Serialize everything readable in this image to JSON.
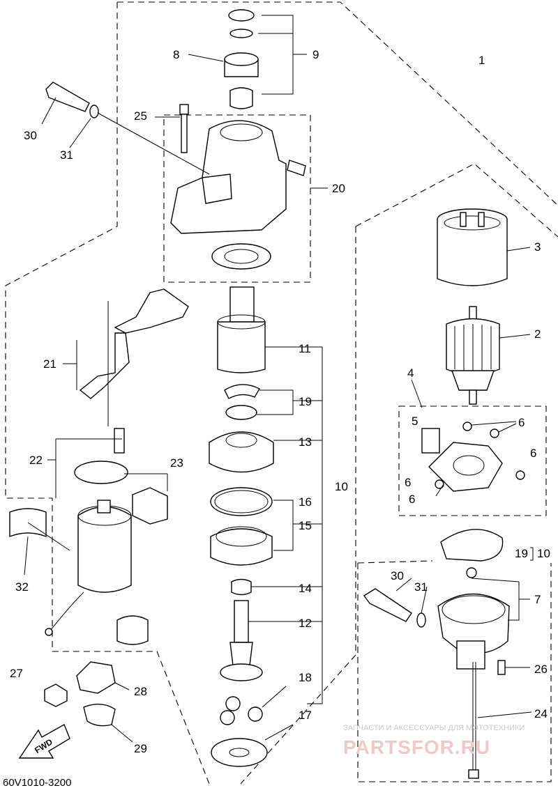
{
  "diagram": {
    "part_code": "60V1010-3200",
    "fwd_label": "FWD",
    "watermark_top": "ЗАПЧАСТИ И АКСЕССУАРЫ ДЛЯ МОТОТЕХНИКИ",
    "watermark_main": "PARTSFOR.RU",
    "callouts": {
      "c1": "1",
      "c2": "2",
      "c3": "3",
      "c4": "4",
      "c5": "5",
      "c6a": "6",
      "c6b": "6",
      "c6c": "6",
      "c6d": "6",
      "c7": "7",
      "c8": "8",
      "c9": "9",
      "c10a": "10",
      "c10b": "10",
      "c11": "11",
      "c12": "12",
      "c13": "13",
      "c14": "14",
      "c15": "15",
      "c16": "16",
      "c17": "17",
      "c18": "18",
      "c19a": "19",
      "c19b": "19",
      "c20": "20",
      "c21": "21",
      "c22": "22",
      "c23": "23",
      "c24": "24",
      "c25": "25",
      "c26": "26",
      "c27": "27",
      "c28": "28",
      "c29": "29",
      "c30a": "30",
      "c30b": "30",
      "c31a": "31",
      "c31b": "31",
      "c32": "32"
    }
  }
}
